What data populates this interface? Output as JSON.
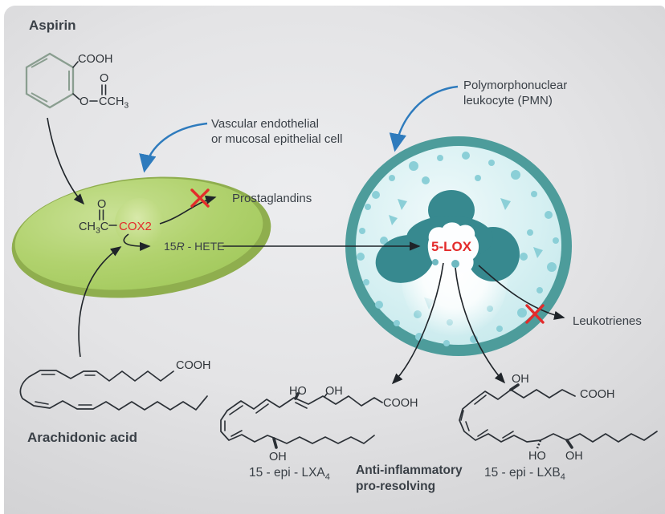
{
  "labels": {
    "aspirin": "Aspirin",
    "arachidonic_acid": "Arachidonic acid",
    "epithelial_line1": "Vascular endothelial",
    "epithelial_line2": "or mucosal epithelial cell",
    "pmn_line1": "Polymorphonuclear",
    "pmn_line2": "leukocyte (PMN)",
    "prostaglandins": "Prostaglandins",
    "leukotrienes": "Leukotrienes",
    "cox2": "COX2",
    "lox5": "5-LOX",
    "hete_num": "15",
    "hete_stereo": "R",
    "hete_rest": " - HETE",
    "lxa4_main": "15 - epi - LXA",
    "lxa4_sub": "4",
    "lxb4_main": "15 - epi - LXB",
    "lxb4_sub": "4",
    "effect_line1": "Anti-inflammatory",
    "effect_line2": "pro-resolving"
  },
  "atoms": {
    "cooh": "COOH",
    "oh": "OH",
    "ho": "HO",
    "o": "O",
    "ch": "CH",
    "three": "3",
    "c": "C",
    "cch": "CCH"
  },
  "colors": {
    "accent_red": "#e32b2b",
    "arrow_blue": "#2e7bbd",
    "text_dark": "#3a4047",
    "green_cell_rim": "#8fae4e",
    "green_cell_body": "#abce67",
    "green_nucleus": "#c6df93",
    "teal_cell_rim": "#4d9c9b",
    "teal_cell_body": "#cdeef0",
    "teal_nucleus": "#37898f",
    "background": "#d9d9db"
  }
}
